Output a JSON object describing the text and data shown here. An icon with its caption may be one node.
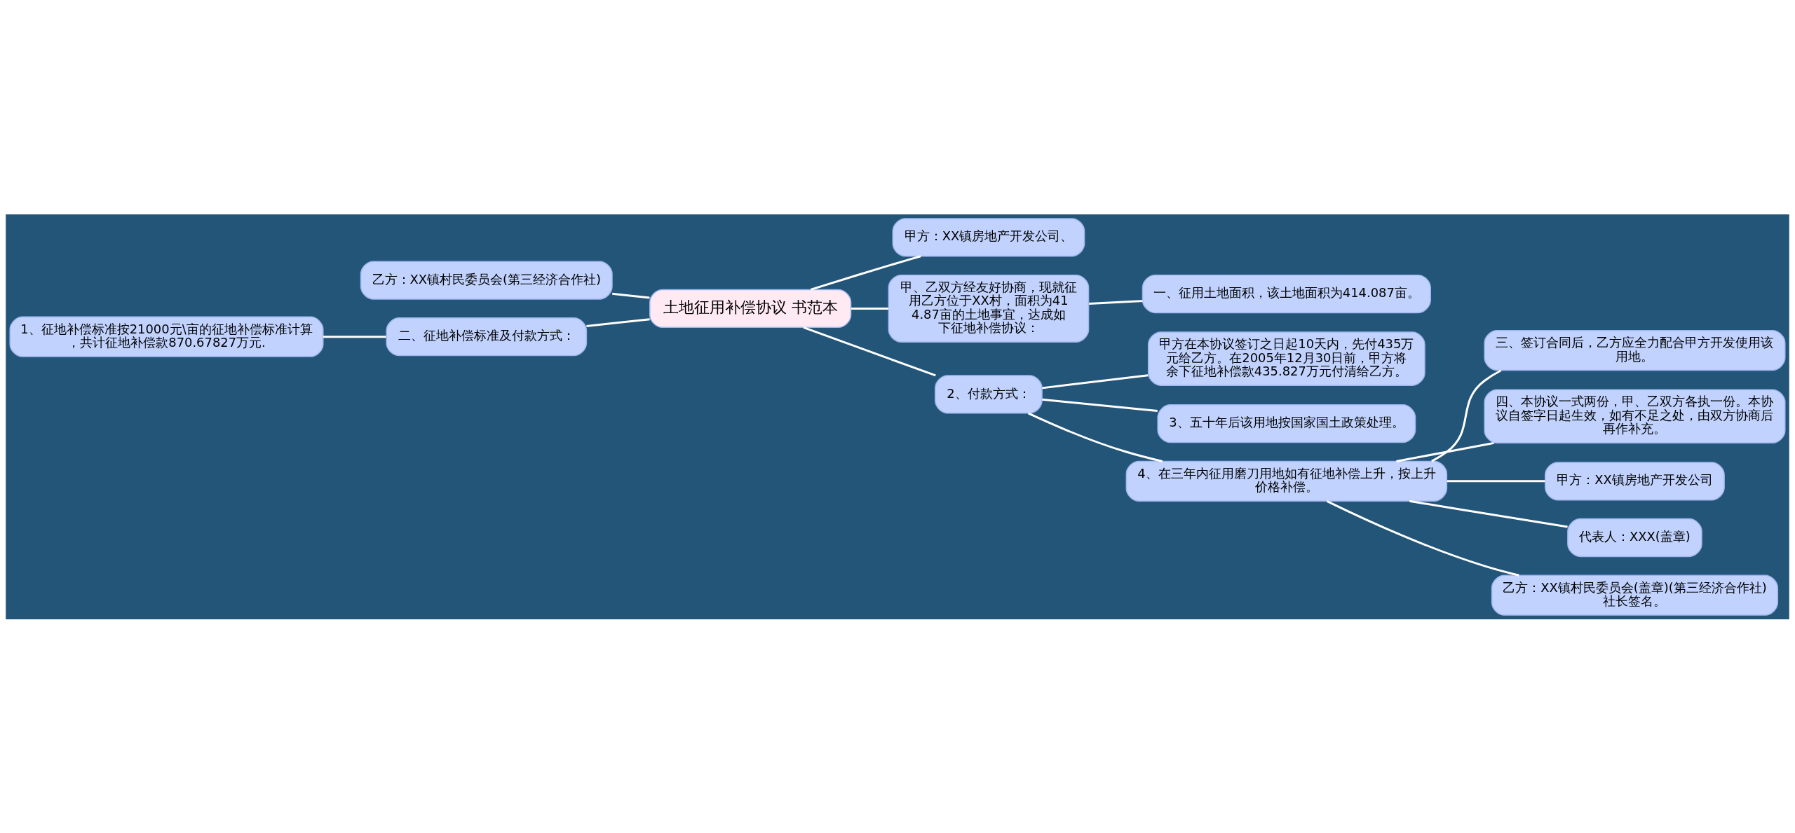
{
  "diagram": {
    "nodes": [
      {
        "text": [
          "土地征用补偿协议 书范本"
        ]
      },
      {
        "text": [
          "乙方：XX镇村民委员会(第三经济合作社)"
        ]
      },
      {
        "text": [
          "二、征地补偿标准及付款方式："
        ]
      },
      {
        "text": [
          "1、征地补偿标准按21000元\\亩的征地补偿标准计算，共计征地补偿款870.67827万元."
        ]
      },
      {
        "text": [
          "甲方：XX镇房地产开发公司、"
        ]
      },
      {
        "text": [
          "甲、乙双方经友好协商，现就征用乙方位于XX村，面积为414.87亩的土地事宜，达成如下征地补偿协议："
        ]
      },
      {
        "text": [
          "一、征用土地面积，该土地面积为414.087亩。"
        ]
      },
      {
        "text": [
          "2、付款方式："
        ]
      },
      {
        "text": [
          "甲方在本协议签订之日起10天内，先付435万元给乙方。在2005年12月30日前，甲方将余下征地补偿款435.827万元付清给乙方。"
        ]
      },
      {
        "text": [
          "3、五十年后该用地按国家国土政策处理。"
        ]
      },
      {
        "text": [
          "4、在三年内征用磨刀用地如有征地补偿上升，按上升价格补偿。"
        ]
      },
      {
        "text": [
          "三、签订合同后，乙方应全力配合甲方开发使用该用地。"
        ]
      },
      {
        "text": [
          "四、本协议一式两份，甲、乙双方各执一份。本协议自签字日起生效，如有不足之处，由双方协商后再作补充。"
        ]
      },
      {
        "text": [
          "甲方：XX镇房地产开发公司"
        ]
      },
      {
        "text": [
          "代表人：XXX(盖章)"
        ]
      },
      {
        "text": [
          "乙方：XX镇村民委员会(盖章)(第三经济合作社)社长签名。"
        ]
      }
    ],
    "edges": [
      {
        "from": 1,
        "to": 0,
        "arrow": "none"
      },
      {
        "from": 3,
        "to": 2,
        "arrow": "none"
      },
      {
        "from": 2,
        "to": 0,
        "arrow": "none"
      },
      {
        "from": 0,
        "to": 4,
        "arrow": "none"
      },
      {
        "from": 0,
        "to": 5,
        "arrow": "none"
      },
      {
        "from": 5,
        "to": 6,
        "arrow": "none"
      },
      {
        "from": 0,
        "to": 7,
        "arrow": "none"
      },
      {
        "from": 7,
        "to": 8,
        "arrow": "none"
      },
      {
        "from": 7,
        "to": 9,
        "arrow": "none"
      },
      {
        "from": 7,
        "to": 10,
        "arrow": "none"
      },
      {
        "from": 10,
        "to": 11,
        "arrow": "none"
      },
      {
        "from": 10,
        "to": 12,
        "arrow": "none"
      },
      {
        "from": 10,
        "to": 13,
        "arrow": "none"
      },
      {
        "from": 10,
        "to": 14,
        "arrow": "none"
      },
      {
        "from": 10,
        "to": 15,
        "arrow": "none"
      }
    ]
  }
}
